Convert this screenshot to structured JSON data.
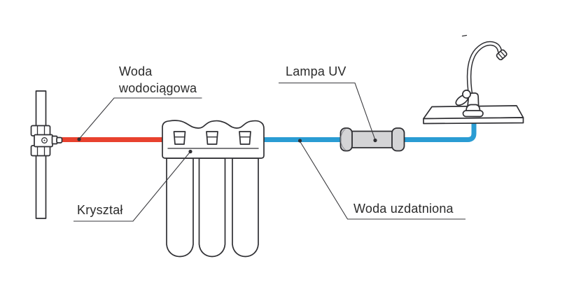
{
  "diagram": {
    "labels": {
      "tap_water": {
        "lines": [
          "Woda",
          "wodociągowa"
        ]
      },
      "uv_lamp": {
        "text": "Lampa UV"
      },
      "filter": {
        "text": "Kryształ"
      },
      "treated_water": {
        "text": "Woda uzdatniona"
      }
    },
    "colors": {
      "tap_water_line": "#e8412e",
      "treated_water_line": "#2a9cd3",
      "lamp_fill": "#d4d4d6",
      "outline": "#2f2f33",
      "label_text": "#2b2b2b",
      "background": "#ffffff"
    }
  }
}
